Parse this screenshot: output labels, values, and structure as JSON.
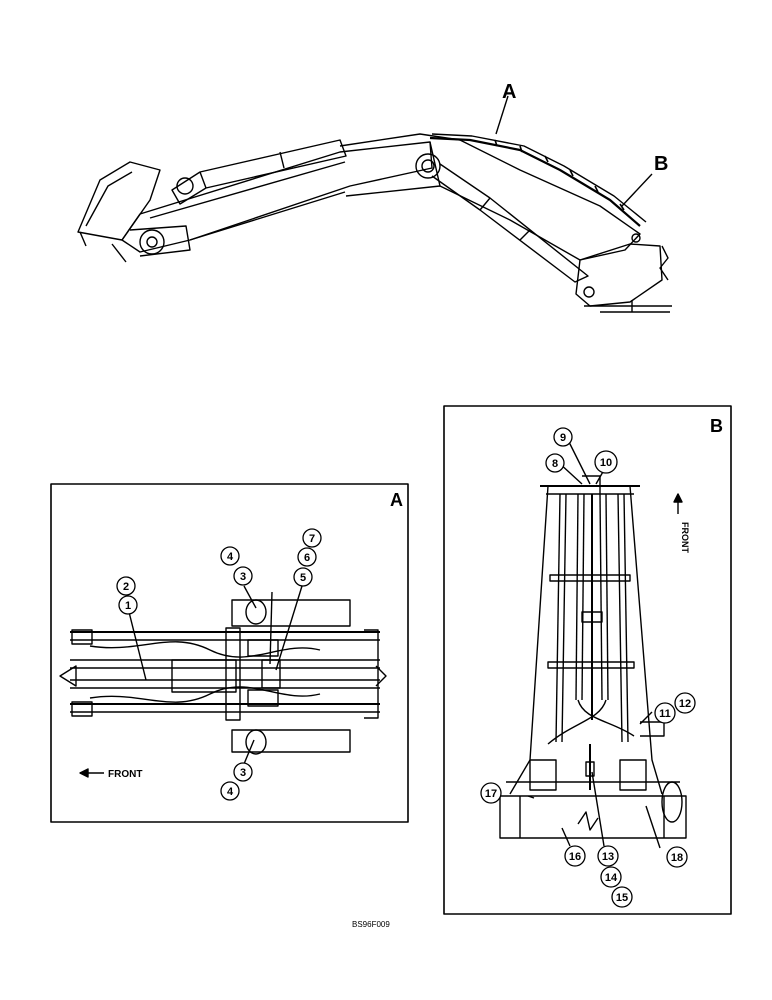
{
  "views": {
    "overview_label_a": "A",
    "overview_label_b": "B"
  },
  "detail_a": {
    "title": "A",
    "front_label": "FRONT",
    "callouts": [
      "1",
      "2",
      "3",
      "4",
      "5",
      "6",
      "7",
      "3",
      "4"
    ]
  },
  "detail_b": {
    "title": "B",
    "front_label": "FRONT",
    "callouts": [
      "8",
      "9",
      "10",
      "11",
      "12",
      "13",
      "14",
      "15",
      "16",
      "17",
      "18"
    ]
  },
  "figure_id": "BS96F009"
}
